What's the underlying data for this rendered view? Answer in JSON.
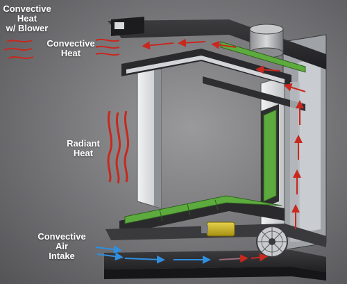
{
  "labels": {
    "convective_blower": [
      "Convective",
      "Heat",
      "w/ Blower"
    ],
    "convective_top": [
      "Convective",
      "Heat"
    ],
    "radiant": [
      "Radiant",
      "Heat"
    ],
    "intake": [
      "Convective",
      "Air",
      "Intake"
    ]
  },
  "colors": {
    "background": "#7a7a7d",
    "heat_arrow": "#c8281e",
    "cool_arrow": "#2f8fe0",
    "insulation": "#5dab3e",
    "steel_dark": "#2e2e30",
    "steel_light": "#d4d6d8",
    "blower_motor": "#c9b21f"
  }
}
